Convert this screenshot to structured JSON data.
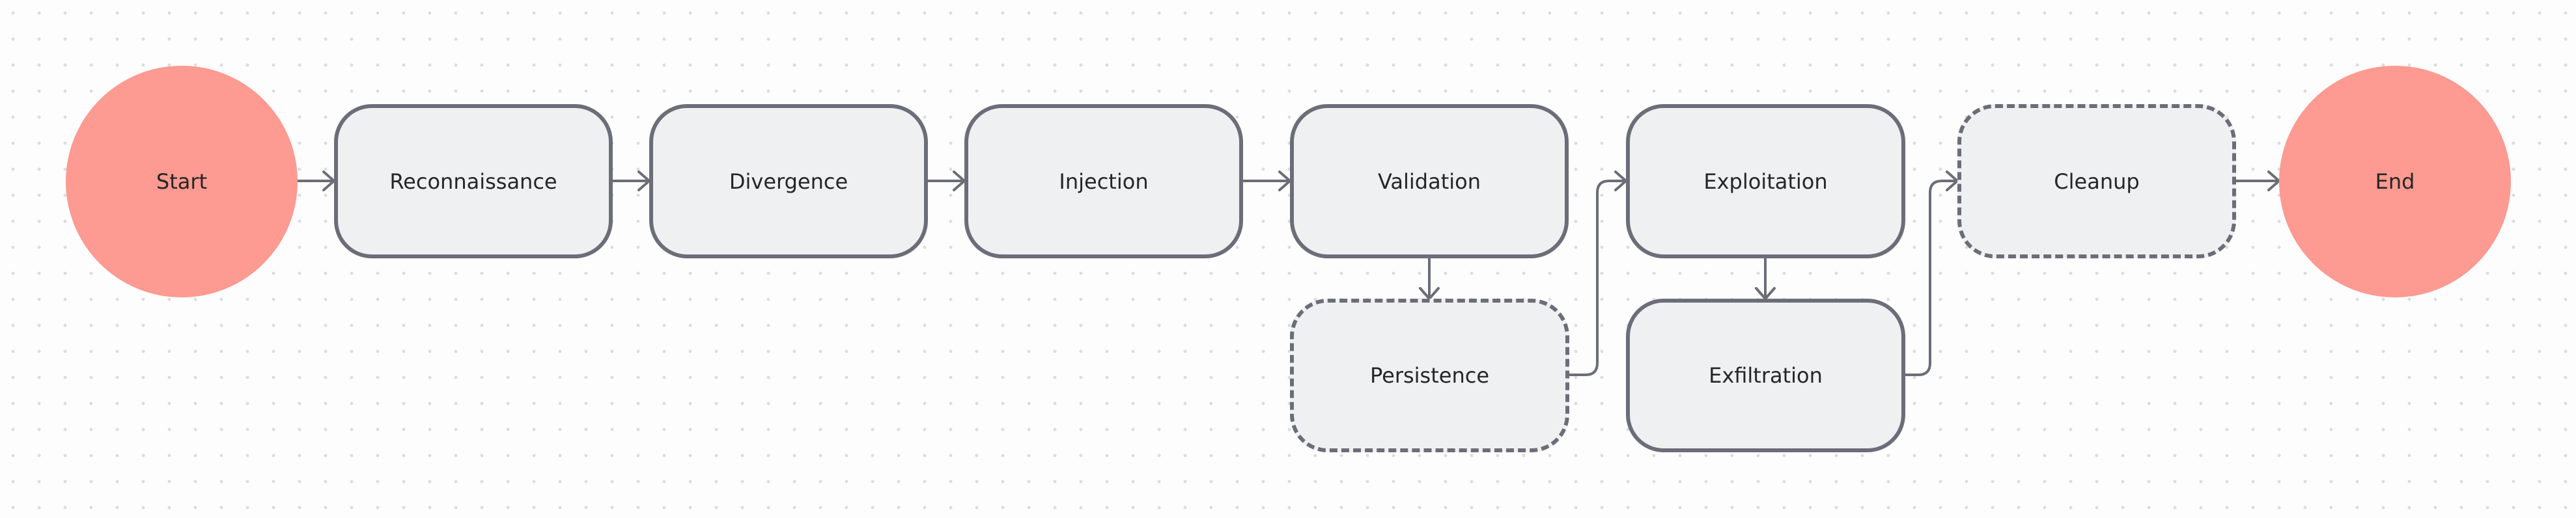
{
  "diagram": {
    "nodes": {
      "start": {
        "label": "Start",
        "shape": "circle",
        "fill": "#fd9a91"
      },
      "reconnaissance": {
        "label": "Reconnaissance",
        "shape": "rounded-rect",
        "border": "solid"
      },
      "divergence": {
        "label": "Divergence",
        "shape": "rounded-rect",
        "border": "solid"
      },
      "injection": {
        "label": "Injection",
        "shape": "rounded-rect",
        "border": "solid"
      },
      "validation": {
        "label": "Validation",
        "shape": "rounded-rect",
        "border": "solid"
      },
      "persistence": {
        "label": "Persistence",
        "shape": "rounded-rect",
        "border": "dashed"
      },
      "exploitation": {
        "label": "Exploitation",
        "shape": "rounded-rect",
        "border": "solid"
      },
      "exfiltration": {
        "label": "Exfiltration",
        "shape": "rounded-rect",
        "border": "solid"
      },
      "cleanup": {
        "label": "Cleanup",
        "shape": "rounded-rect",
        "border": "dashed"
      },
      "end": {
        "label": "End",
        "shape": "circle",
        "fill": "#fd9a91"
      }
    },
    "edges": [
      {
        "from": "start",
        "to": "reconnaissance"
      },
      {
        "from": "reconnaissance",
        "to": "divergence"
      },
      {
        "from": "divergence",
        "to": "injection"
      },
      {
        "from": "injection",
        "to": "validation"
      },
      {
        "from": "validation",
        "to": "persistence"
      },
      {
        "from": "persistence",
        "to": "exploitation"
      },
      {
        "from": "exploitation",
        "to": "exfiltration"
      },
      {
        "from": "exfiltration",
        "to": "cleanup"
      },
      {
        "from": "cleanup",
        "to": "end"
      }
    ],
    "colors": {
      "terminal_fill": "#fd9a91",
      "process_fill": "#eff0f2",
      "stroke": "#6b6e78",
      "background": "#fdfdfd"
    }
  }
}
